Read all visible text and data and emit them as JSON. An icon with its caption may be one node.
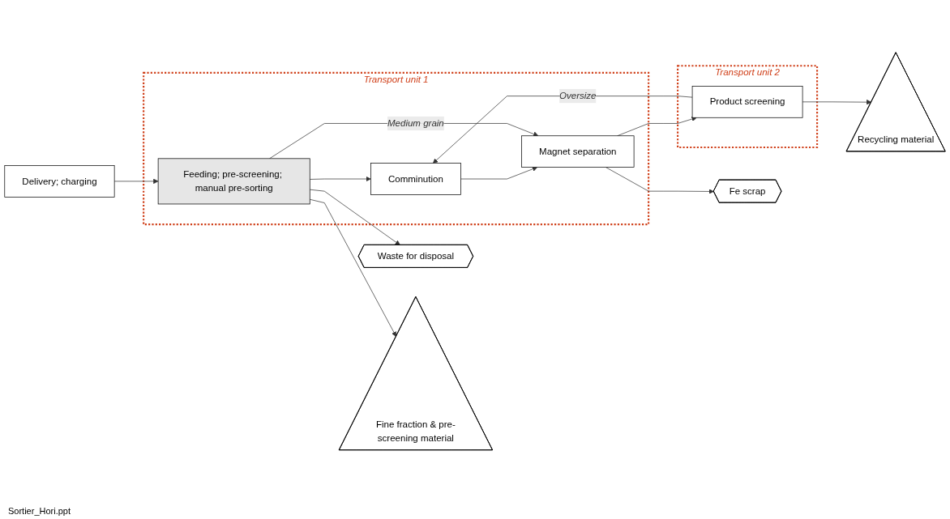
{
  "diagram": {
    "nodes": [
      {
        "text": [
          "Delivery; charging"
        ]
      },
      {
        "text": [
          "Transport unit 1"
        ]
      },
      {
        "text": [
          "Feeding; pre-screening; manual pre-sorting"
        ],
        "in": 1
      },
      {
        "text": [
          "Comminution"
        ],
        "in": 1
      },
      {
        "text": [
          "Magnet separation"
        ],
        "in": 1
      },
      {
        "text": [
          "Transport unit 2"
        ]
      },
      {
        "text": [
          "Product screening"
        ],
        "in": 5
      },
      {
        "text": [
          "Waste for disposal"
        ]
      },
      {
        "text": [
          "Fine fraction & pre-screening material"
        ]
      },
      {
        "text": [
          "Fe scrap"
        ]
      },
      {
        "text": [
          "Recycling material"
        ]
      }
    ],
    "edges": [
      {
        "from": 0,
        "to": 2,
        "arrow": "to"
      },
      {
        "from": 2,
        "to": 7,
        "arrow": "to"
      },
      {
        "from": 2,
        "to": 8,
        "arrow": "to"
      },
      {
        "from": 2,
        "to": 3,
        "arrow": "to"
      },
      {
        "from": 3,
        "to": 4,
        "arrow": "to"
      },
      {
        "from": 2,
        "to": 4,
        "arrow": "to",
        "label": "Medium grain"
      },
      {
        "from": 4,
        "to": 6,
        "arrow": "to"
      },
      {
        "from": 6,
        "to": 3,
        "arrow": "to",
        "label": "Oversize"
      },
      {
        "from": 4,
        "to": 9,
        "arrow": "to"
      },
      {
        "from": 6,
        "to": 10,
        "arrow": "to"
      }
    ],
    "labels": [
      "Sortier_Hori.ppt"
    ]
  }
}
